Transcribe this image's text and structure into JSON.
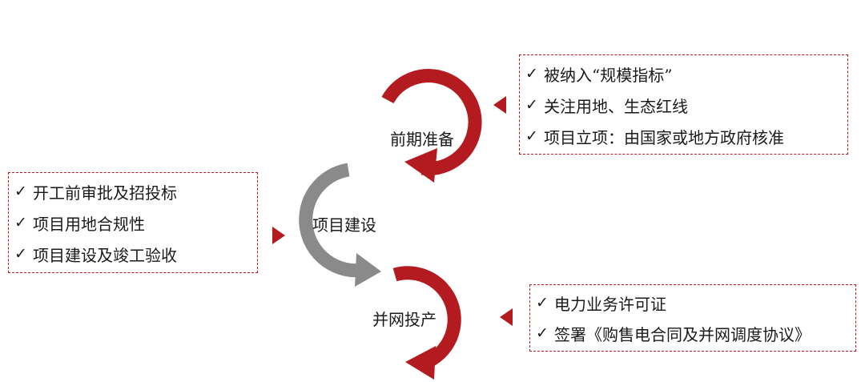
{
  "colors": {
    "accent": "#b31b20",
    "gray": "#8a8a8a",
    "text": "#1a1a1a"
  },
  "icons": {
    "check": "✓"
  },
  "stages": [
    {
      "label": "前期准备",
      "items": [
        "被纳入“规模指标”",
        "关注用地、生态红线",
        "项目立项：由国家或地方政府核准"
      ]
    },
    {
      "label": "项目建设",
      "items": [
        "开工前审批及招投标",
        "项目用地合规性",
        "项目建设及竣工验收"
      ]
    },
    {
      "label": "并网投产",
      "items": [
        "电力业务许可证",
        "签署《购售电合同及并网调度协议》"
      ]
    }
  ]
}
